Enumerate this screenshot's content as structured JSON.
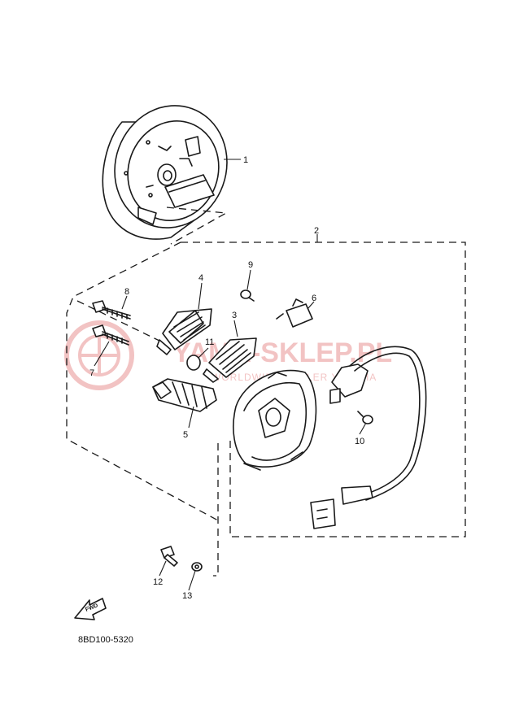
{
  "diagram_code": "8BD100-5320",
  "fwd_label": "FWD",
  "watermark": {
    "title": "YAMA-SKLEP.PL",
    "subtitle": "WORLDWIDE DEALER YAMAHA",
    "color": "#d42a2a"
  },
  "callouts": [
    "1",
    "2",
    "3",
    "4",
    "5",
    "6",
    "7",
    "8",
    "9",
    "10",
    "11",
    "12",
    "13"
  ]
}
